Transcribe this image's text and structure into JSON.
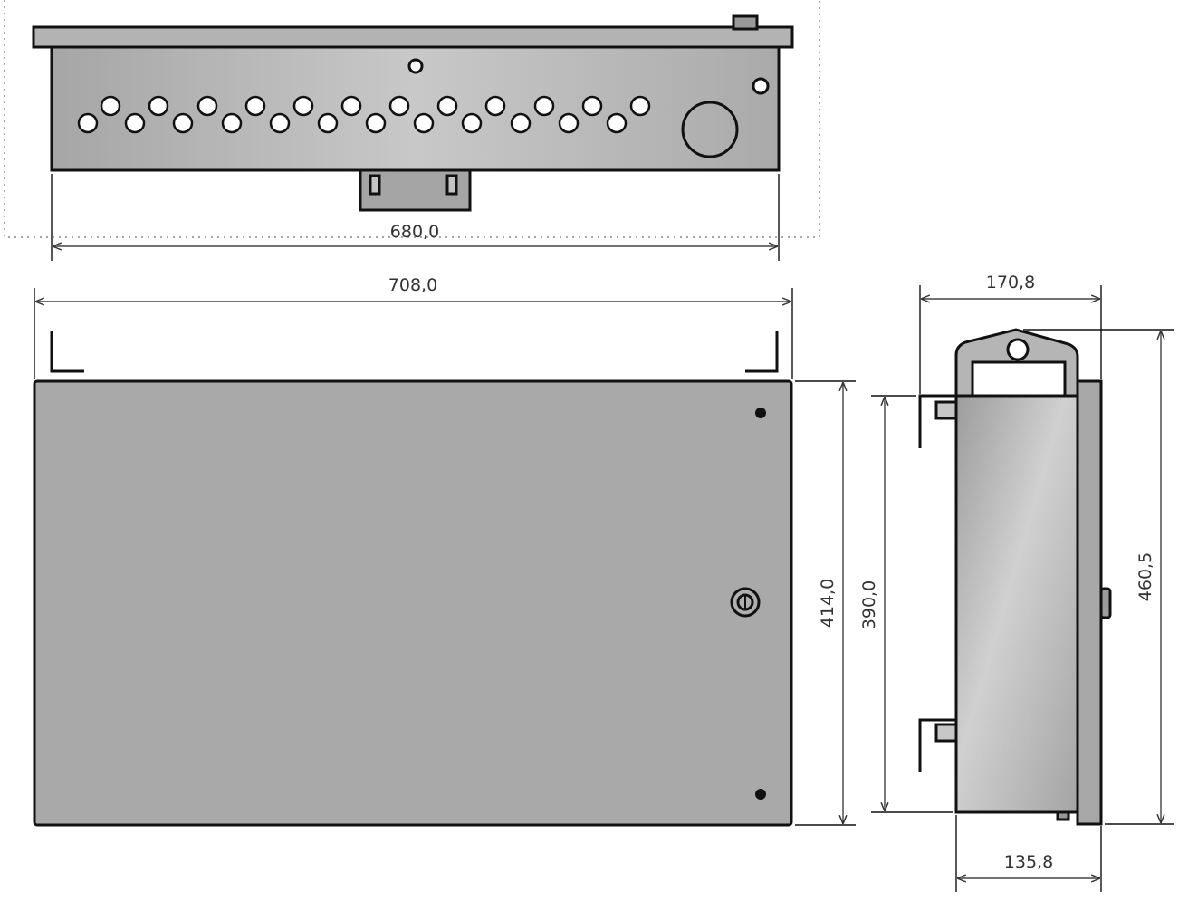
{
  "dimensions": {
    "top_width": "680,0",
    "overall_width": "708,0",
    "front_height": "414,0",
    "side_inner_height": "390,0",
    "side_overall_height": "460,5",
    "side_top_depth": "170,8",
    "side_bottom_depth": "135,8"
  },
  "colors": {
    "enclosure_fill": "#a9a9a9",
    "outline": "#111111",
    "dimension_line": "#555555",
    "frame": "#888888"
  }
}
